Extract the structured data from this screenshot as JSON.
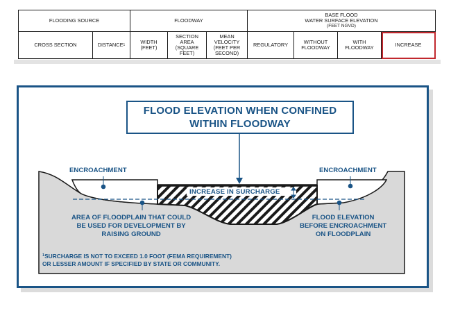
{
  "table": {
    "headers": {
      "flooding_source": "FLOODING SOURCE",
      "floodway": "FLOODWAY",
      "base_flood": "BASE FLOOD",
      "wse": "WATER SURFACE ELEVATION",
      "feet_ngvd": "(FEET NGVD)",
      "cross_section": "CROSS SECTION",
      "distance": "DISTANCE",
      "distance_note": "1",
      "width_1": "WIDTH",
      "width_2": "(FEET)",
      "section_area_1": "SECTION",
      "section_area_2": "AREA",
      "section_area_3": "(SQUARE",
      "section_area_4": "FEET)",
      "mean_velocity_1": "MEAN",
      "mean_velocity_2": "VELOCITY",
      "mean_velocity_3": "(FEET PER",
      "mean_velocity_4": "SECOND)",
      "regulatory": "REGULATORY",
      "without_1": "WITHOUT",
      "without_2": "FLOODWAY",
      "with_1": "WITH",
      "with_2": "FLOODWAY",
      "increase": "INCREASE"
    },
    "highlight_color": "#c1272d"
  },
  "diagram": {
    "title_line1": "FLOOD ELEVATION WHEN CONFINED",
    "title_line2": "WITHIN FLOODWAY",
    "encroachment_left": "ENCROACHMENT",
    "encroachment_right": "ENCROACHMENT",
    "increase_label": "INCREASE IN SURCHARGE",
    "floodplain_area_1": "AREA OF FLOODPLAIN THAT COULD",
    "floodplain_area_2": "BE USED FOR DEVELOPMENT BY",
    "floodplain_area_3": "RAISING GROUND",
    "flood_elev_1": "FLOOD ELEVATION",
    "flood_elev_2": "BEFORE ENCROACHMENT",
    "flood_elev_3": "ON FLOODPLAIN",
    "note_mark": "1",
    "note_line1": "SURCHARGE IS NOT TO EXCEED 1.0 FOOT (FEMA REQUIREMENT)",
    "note_line2": "OR LESSER AMOUNT IF SPECIFIED BY STATE OR COMMUNITY.",
    "colors": {
      "accent": "#1a5486",
      "ground": "#d9d9d9",
      "water_line": "#1a1a1a"
    }
  }
}
